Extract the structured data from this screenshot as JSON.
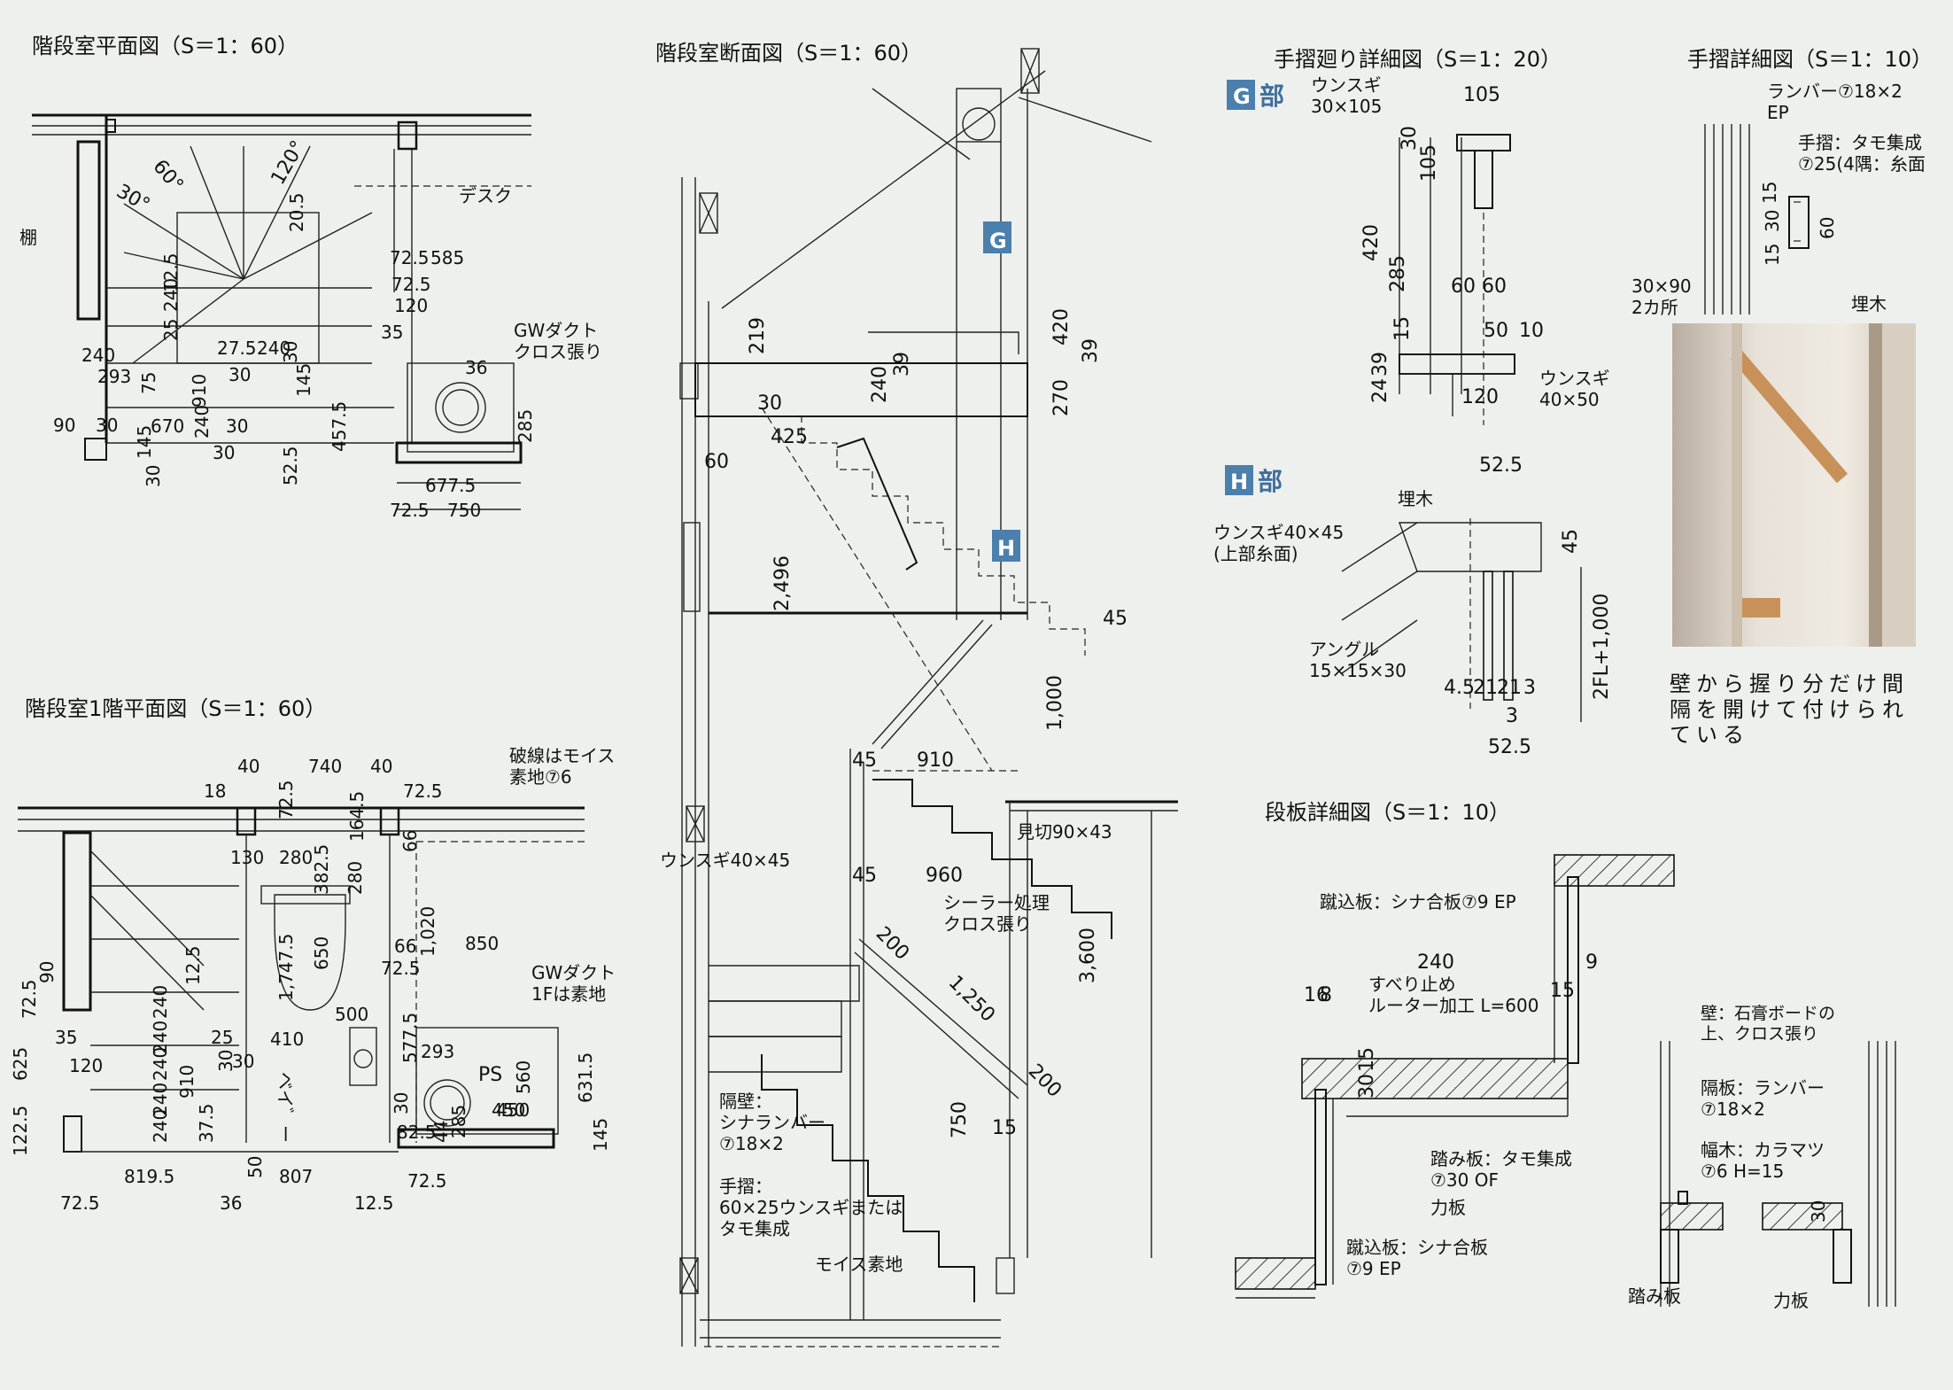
{
  "titles": {
    "plan2f": "階段室平面図（S＝1：60）",
    "section": "階段室断面図（S＝1：60）",
    "plan1f": "階段室1階平面図（S＝1：60）",
    "handrail_turn": "手摺廻り詳細図（S＝1：20）",
    "handrail": "手摺詳細図（S＝1：10）",
    "tread": "段板詳細図（S＝1：10）"
  },
  "plan2f": {
    "labels": {
      "shelf": "棚",
      "desk": "デスク",
      "duct": "GWダクト\nクロス張り"
    },
    "angles": [
      "60°",
      "120°",
      "30°"
    ],
    "dims": [
      "20.5",
      "72.5",
      "585",
      "72.5",
      "120",
      "35",
      "12.5",
      "240",
      "27.5",
      "240",
      "25",
      "36",
      "240",
      "293",
      "75",
      "30",
      "145",
      "30",
      "910",
      "457.5",
      "240",
      "670",
      "30",
      "90",
      "30",
      "145",
      "30",
      "285",
      "677.5",
      "72.5",
      "750",
      "52.5",
      "30"
    ]
  },
  "plan1f": {
    "labels": {
      "note": "破線はモイス\n素地⑦6",
      "duct": "GWダクト\n1Fは素地",
      "ps": "PS",
      "vanity": "ベイ゛ー"
    },
    "dims": [
      "40",
      "740",
      "40",
      "18",
      "72.5",
      "72.5",
      "164.5",
      "130",
      "280",
      "382.5",
      "280",
      "66",
      "1,020",
      "1,747.5",
      "650",
      "66",
      "850",
      "72.5",
      "90",
      "72.5",
      "12.5",
      "240",
      "500",
      "35",
      "240",
      "240",
      "25",
      "410",
      "30",
      "577.5",
      "625",
      "120",
      "910",
      "30",
      "293",
      "560",
      "631.5",
      "240",
      "450",
      "30",
      "450",
      "122.5",
      "240",
      "37.5",
      "285",
      "44",
      "145",
      "50",
      "82.5",
      "72.5",
      "819.5",
      "807",
      "72.5",
      "36",
      "12.5"
    ]
  },
  "section": {
    "markers": {
      "g": "G",
      "h": "H"
    },
    "labels": {
      "uwasugi": "ウンスギ40×45",
      "mikiri": "見切90×43",
      "sealer": "シーラー処理\nクロス張り",
      "partition": "隔壁：\nシナランバー\n⑦18×2",
      "handrail": "手摺：\n60×25ウンスギまたは\nタモ集成",
      "moiss": "モイス素地"
    },
    "dims": [
      "219",
      "39",
      "420",
      "39",
      "270",
      "30",
      "240",
      "425",
      "60",
      "2,496",
      "45",
      "1,000",
      "45",
      "910",
      "45",
      "960",
      "200",
      "1,250",
      "200",
      "3,600",
      "750",
      "15"
    ]
  },
  "detail_g": {
    "tag": "G",
    "tag_suffix": "部",
    "labels": {
      "top": "ウンスギ\n30×105",
      "bottom": "ウンスギ\n40×50"
    },
    "dims": [
      "105",
      "30",
      "105",
      "420",
      "285",
      "60",
      "60",
      "15",
      "50",
      "10",
      "39",
      "24",
      "120"
    ]
  },
  "detail_h": {
    "tag": "H",
    "tag_suffix": "部",
    "labels": {
      "umeki": "埋木",
      "uwasugi": "ウンスギ40×45\n(上部糸面)",
      "angle": "アングル\n15×15×30"
    },
    "dims": [
      "52.5",
      "45",
      "4.5",
      "21",
      "21",
      "3",
      "3",
      "52.5",
      "2FL+1,000"
    ]
  },
  "handrail_detail": {
    "labels": {
      "lumber": "ランバー⑦18×2\nEP",
      "rail": "手摺：タモ集成\n⑦25(4隅：糸面",
      "blocking": "30×90\n2カ所",
      "umeki": "埋木"
    },
    "dims": [
      "15",
      "30",
      "15",
      "60"
    ]
  },
  "photo_caption": "壁から握り分だけ間\n隔を開けて付けられ\nている",
  "tread_detail": {
    "labels": {
      "riser_top": "蹴込板：シナ合板⑦9 EP",
      "slip": "すべり止め\nルーター加工 L=600",
      "tread": "踏み板：タモ集成\n⑦30 OF",
      "stringer": "力板",
      "riser": "蹴込板：シナ合板\n⑦9 EP"
    },
    "dims": [
      "240",
      "9",
      "16",
      "8",
      "15",
      "15",
      "30"
    ]
  },
  "wall_detail": {
    "labels": {
      "wall": "壁：石膏ボードの\n上、クロス張り",
      "partition": "隔板：ランバー\n⑦18×2",
      "baseboard": "幅木：カラマツ\n⑦6 H=15",
      "tread": "踏み板",
      "stringer": "力板"
    },
    "dims": [
      "30"
    ]
  },
  "colors": {
    "paper": "#eef0ed",
    "ink": "#111111",
    "tag": "#4a7fae",
    "photo_wall": "#e9e4dc",
    "photo_rail": "#c8915a"
  }
}
